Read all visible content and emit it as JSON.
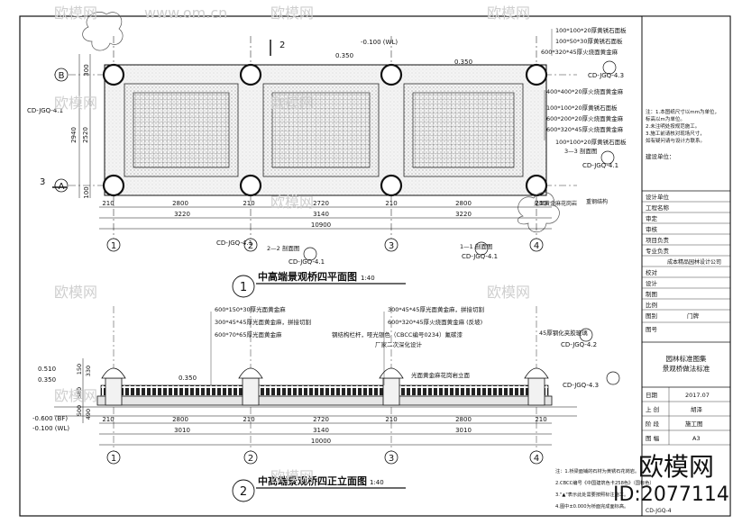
{
  "plan": {
    "title": "中高端景观桥四平面图",
    "scale": "1:40",
    "number": "1",
    "grid_rows": [
      "B",
      "A"
    ],
    "grid_cols": [
      "1",
      "2",
      "3",
      "4"
    ],
    "top_dims": [
      "210",
      "2800",
      "210",
      "2720",
      "210",
      "2800",
      "210"
    ],
    "sub_dims": [
      "3220",
      "3140",
      "3220"
    ],
    "total_dim": "10900",
    "left_dims": [
      "300",
      "2940",
      "2520",
      "100"
    ],
    "callouts": [
      "100*100*20厚黄锈石面板",
      "100*50*30厚黄锈石面板",
      "600*320*45厚火烧面黄金麻",
      "400*400*20厚火烧面黄金麻",
      "100*100*20厚黄锈石面板",
      "600*200*20厚火烧面黄金麻",
      "600*320*45厚火烧面黄金麻",
      "100*100*20厚黄锈石面板"
    ],
    "section_marks": [
      "2",
      "3"
    ],
    "level_a": "-0.100 (WL)",
    "level_b": "0.350",
    "level_c": "0.350",
    "detail_1": "CD-JGQ-4.1",
    "detail_2": "CD-JGQ-4.3",
    "detail_3": "CD-JGQ-4.1",
    "detail_4": "2—2 剖面图",
    "detail_5": "CD-JGQ-4.1",
    "detail_6": "1—1 剖面图",
    "detail_7": "CD-JGQ-4.1",
    "detail_8": "3—3 剖面图",
    "detail_9": "CD-JGQ-4.1",
    "note_bottom": "光面黄金麻花岗岩",
    "note_bottom2": "重钢结构"
  },
  "elevation": {
    "title": "中高端景观桥四正立面图",
    "scale": "1:40",
    "number": "2",
    "callouts_left": [
      "600*150*30厚光面黄金麻",
      "300*45*45厚光面黄金麻，拼接切割",
      "600*70*65厚光面黄金麻"
    ],
    "callouts_mid": [
      "300*45*45厚光面黄金麻，拼接切割",
      "600*320*45厚火烧面黄金麻 (反坡)"
    ],
    "callout_rail": "钢结构栏杆，哑光银色（CBCC编号0234）氟碳漆",
    "callout_rail2": "厂家二次深化设计",
    "callout_right": "45厚钢化夹胶玻璃",
    "callout_right2": "光面黄金麻花岗岩立面",
    "levels": [
      "0.510",
      "0.350",
      "-0.600 (BF)",
      "-0.100 (WL)"
    ],
    "level_mid": "0.350",
    "left_dims": [
      "150",
      "330",
      "580",
      "500",
      "490"
    ],
    "top_dims": [
      "210",
      "2800",
      "210",
      "2720",
      "210",
      "2800",
      "210"
    ],
    "sub_dims": [
      "3010",
      "3140",
      "3010"
    ],
    "total_dim": "10000",
    "grid_cols": [
      "1",
      "2",
      "3",
      "4"
    ],
    "detail_1": "CD-JGQ-4.2",
    "detail_2": "CD-JGQ-4.3"
  },
  "titleblock": {
    "notes": [
      "注：1.本图纸尺寸以mm为单位，",
      "标高以m为单位。",
      "2.未注明处按规范施工。",
      "3.施工前请核对现场尺寸，",
      "如有疑问请与设计方联系。"
    ],
    "rows": [
      "设计单位",
      "工程名称",
      "审定",
      "审核",
      "项目负责",
      "专业负责",
      "校对",
      "设计",
      "制图",
      "比例",
      "图别",
      "图号"
    ],
    "note_right": "建设单位：",
    "brand": "成本精品园林设计公司",
    "sheet_name": "门牌",
    "project_title": "园林标准图集",
    "project_subtitle": "景观桥做法标准",
    "date_label": "日期",
    "date_value": "2017.07",
    "name_label": "上 创",
    "name_value": "胡泽",
    "stage_label": "阶 段",
    "stage_value": "施工图",
    "size_label": "图 幅",
    "size_value": "A3",
    "sheet_no": "CD-JGQ-4",
    "bottom_notes": [
      "注：1.桥梁面铺的石材为黄锈石花岗岩。",
      "2.CBCC编号《中国建筑色卡258色》（国标色）",
      "3.\"▲\"表示此处需要按照标注施工。",
      "4.图中±0.000为桥面完成面标高。"
    ]
  },
  "watermark": {
    "brand": "欧模网",
    "site": "www.om.cn",
    "id_label": "ID:2077114"
  },
  "colors": {
    "line": "#111111",
    "watermark": "#cfcfcf",
    "fill_light": "#f1f1f1"
  }
}
